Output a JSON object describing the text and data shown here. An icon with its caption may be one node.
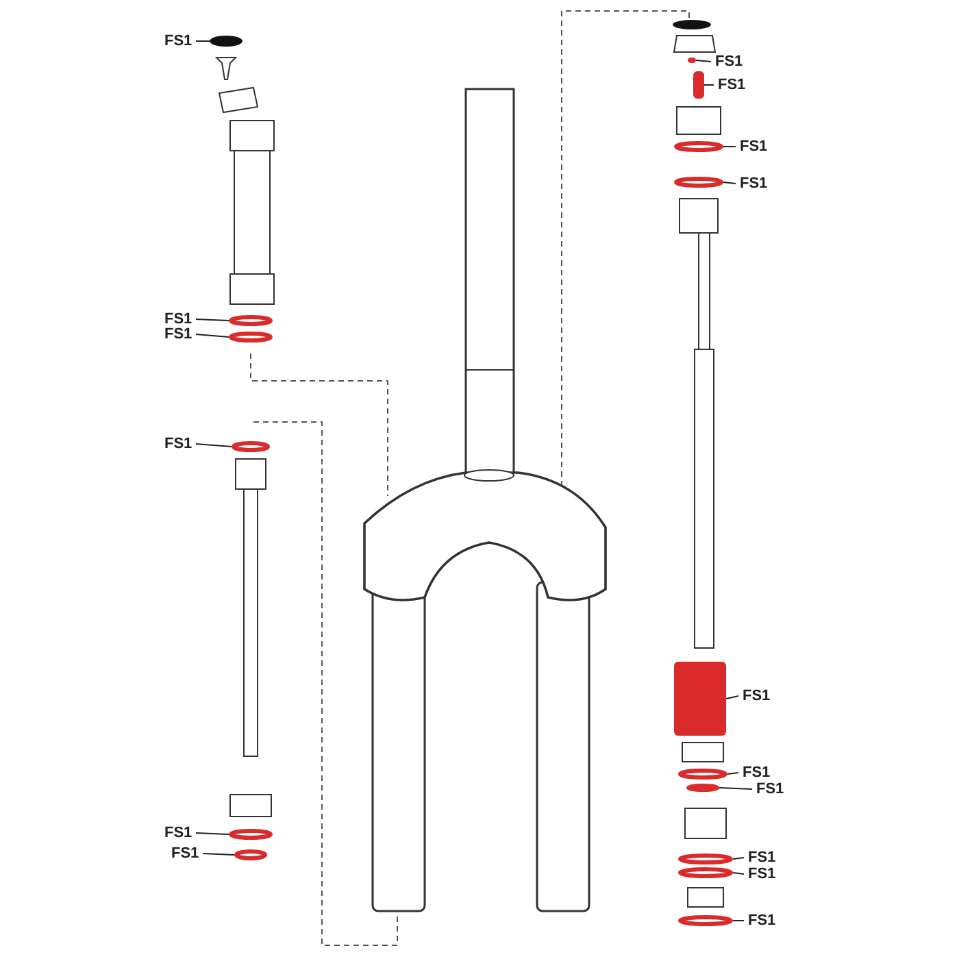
{
  "diagram": {
    "nodes": [
      {
        "text": [
          "FS1"
        ]
      },
      {
        "text": [
          "FS1"
        ]
      },
      {
        "text": [
          "FS1"
        ]
      },
      {
        "text": [
          "FS1"
        ]
      },
      {
        "text": [
          "FS1"
        ]
      },
      {
        "text": [
          "FS1"
        ]
      },
      {
        "text": [
          "FS1"
        ]
      },
      {
        "text": [
          "FS1"
        ]
      },
      {
        "text": [
          "FS1"
        ]
      },
      {
        "text": [
          "FS1"
        ]
      },
      {
        "text": [
          "FS1"
        ]
      },
      {
        "text": [
          "FS1"
        ]
      },
      {
        "text": [
          "FS1"
        ]
      },
      {
        "text": [
          "FS1"
        ]
      },
      {
        "text": [
          "FS1"
        ]
      },
      {
        "text": [
          "FS1"
        ]
      },
      {
        "text": [],
        "shape": "circle"
      },
      {
        "text": [],
        "shape": "circle"
      },
      {
        "text": [],
        "shape": "circle"
      },
      {
        "text": [],
        "shape": "circle"
      },
      {
        "text": [],
        "shape": "circle"
      },
      {
        "text": [],
        "shape": "circle"
      },
      {
        "text": [],
        "shape": "circle"
      },
      {
        "text": [],
        "shape": "box"
      },
      {
        "text": [],
        "shape": "circle"
      },
      {
        "text": [],
        "shape": "circle"
      },
      {
        "text": [],
        "shape": "box"
      },
      {
        "text": [],
        "shape": "circle"
      },
      {
        "text": [],
        "shape": "circle"
      },
      {
        "text": [],
        "shape": "circle"
      },
      {
        "text": [],
        "shape": "circle"
      },
      {
        "text": [],
        "shape": "circle"
      }
    ],
    "edges": [
      {
        "from": 0,
        "to": 16,
        "arrow": "none"
      },
      {
        "from": 1,
        "to": 17,
        "arrow": "none"
      },
      {
        "from": 2,
        "to": 18,
        "arrow": "none"
      },
      {
        "from": 3,
        "to": 19,
        "arrow": "none"
      },
      {
        "from": 4,
        "to": 20,
        "arrow": "none"
      },
      {
        "from": 5,
        "to": 21,
        "arrow": "none"
      },
      {
        "from": 6,
        "to": 22,
        "arrow": "none"
      },
      {
        "from": 7,
        "to": 23,
        "arrow": "none"
      },
      {
        "from": 8,
        "to": 24,
        "arrow": "none"
      },
      {
        "from": 9,
        "to": 25,
        "arrow": "none"
      },
      {
        "from": 10,
        "to": 26,
        "arrow": "none"
      },
      {
        "from": 11,
        "to": 27,
        "arrow": "none"
      },
      {
        "from": 12,
        "to": 28,
        "arrow": "none"
      },
      {
        "from": 13,
        "to": 29,
        "arrow": "none"
      },
      {
        "from": 14,
        "to": 30,
        "arrow": "none"
      },
      {
        "from": 15,
        "to": 31,
        "arrow": "none"
      }
    ]
  }
}
